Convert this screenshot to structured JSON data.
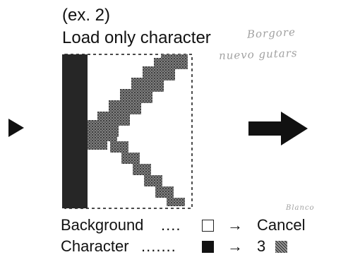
{
  "example_label": "(ex. 2)",
  "heading": "Load only character",
  "handwritten_notes": [
    "Borgore",
    "nuevo gutars",
    "Blanco"
  ],
  "glyph_preview": {
    "icon": "letter-k-pixel-glyph",
    "character_fill": "#262626",
    "pattern_fill": "#7a7a7a",
    "background_fill": "#ffffff"
  },
  "legend": {
    "background": {
      "label": "Background",
      "leader": "....",
      "swatch_icon": "empty-square-icon",
      "arrow": "→",
      "value": "Cancel"
    },
    "character": {
      "label": "Character",
      "leader": ".......",
      "swatch_icon": "filled-square-icon",
      "arrow": "→",
      "value": "3",
      "value_swatch_icon": "pattern-square-icon"
    }
  }
}
